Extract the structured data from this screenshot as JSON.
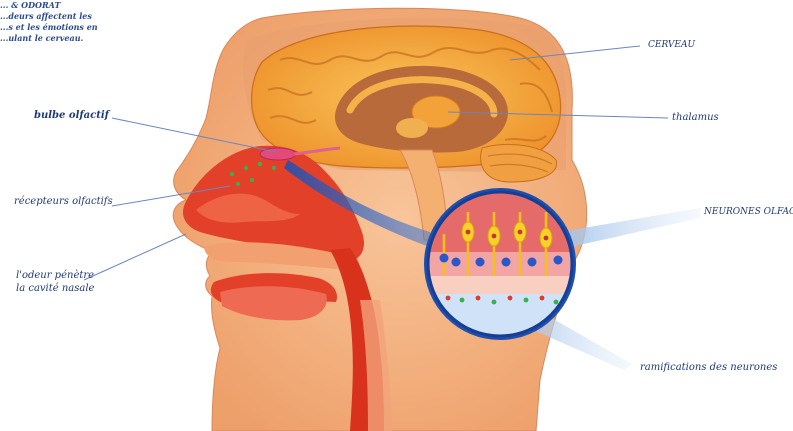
{
  "intro": {
    "line1": "... & ODORAT",
    "line2": "...deurs affectent les",
    "line3": "...s et les émotions en",
    "line4": "...ulant le cerveau."
  },
  "labels": {
    "cerveau": "CERVEAU",
    "thalamus": "thalamus",
    "bulbe_olfactif": "bulbe olfactif",
    "recepteurs": "récepteurs olfactifs",
    "odeur_line1": "l'odeur pénètre",
    "odeur_line2": "la cavité nasale",
    "neurones": "NEURONES OLFACTIFS",
    "ramifications": "ramifications des neurones"
  },
  "colors": {
    "skin": "#f5b684",
    "cavity_red": "#e23a22",
    "brain_orange": "#f09a2e",
    "brain_yellow": "#f7c24a",
    "zoom_blue": "#1d4fb0",
    "label_blue": "#1f3a7a"
  }
}
